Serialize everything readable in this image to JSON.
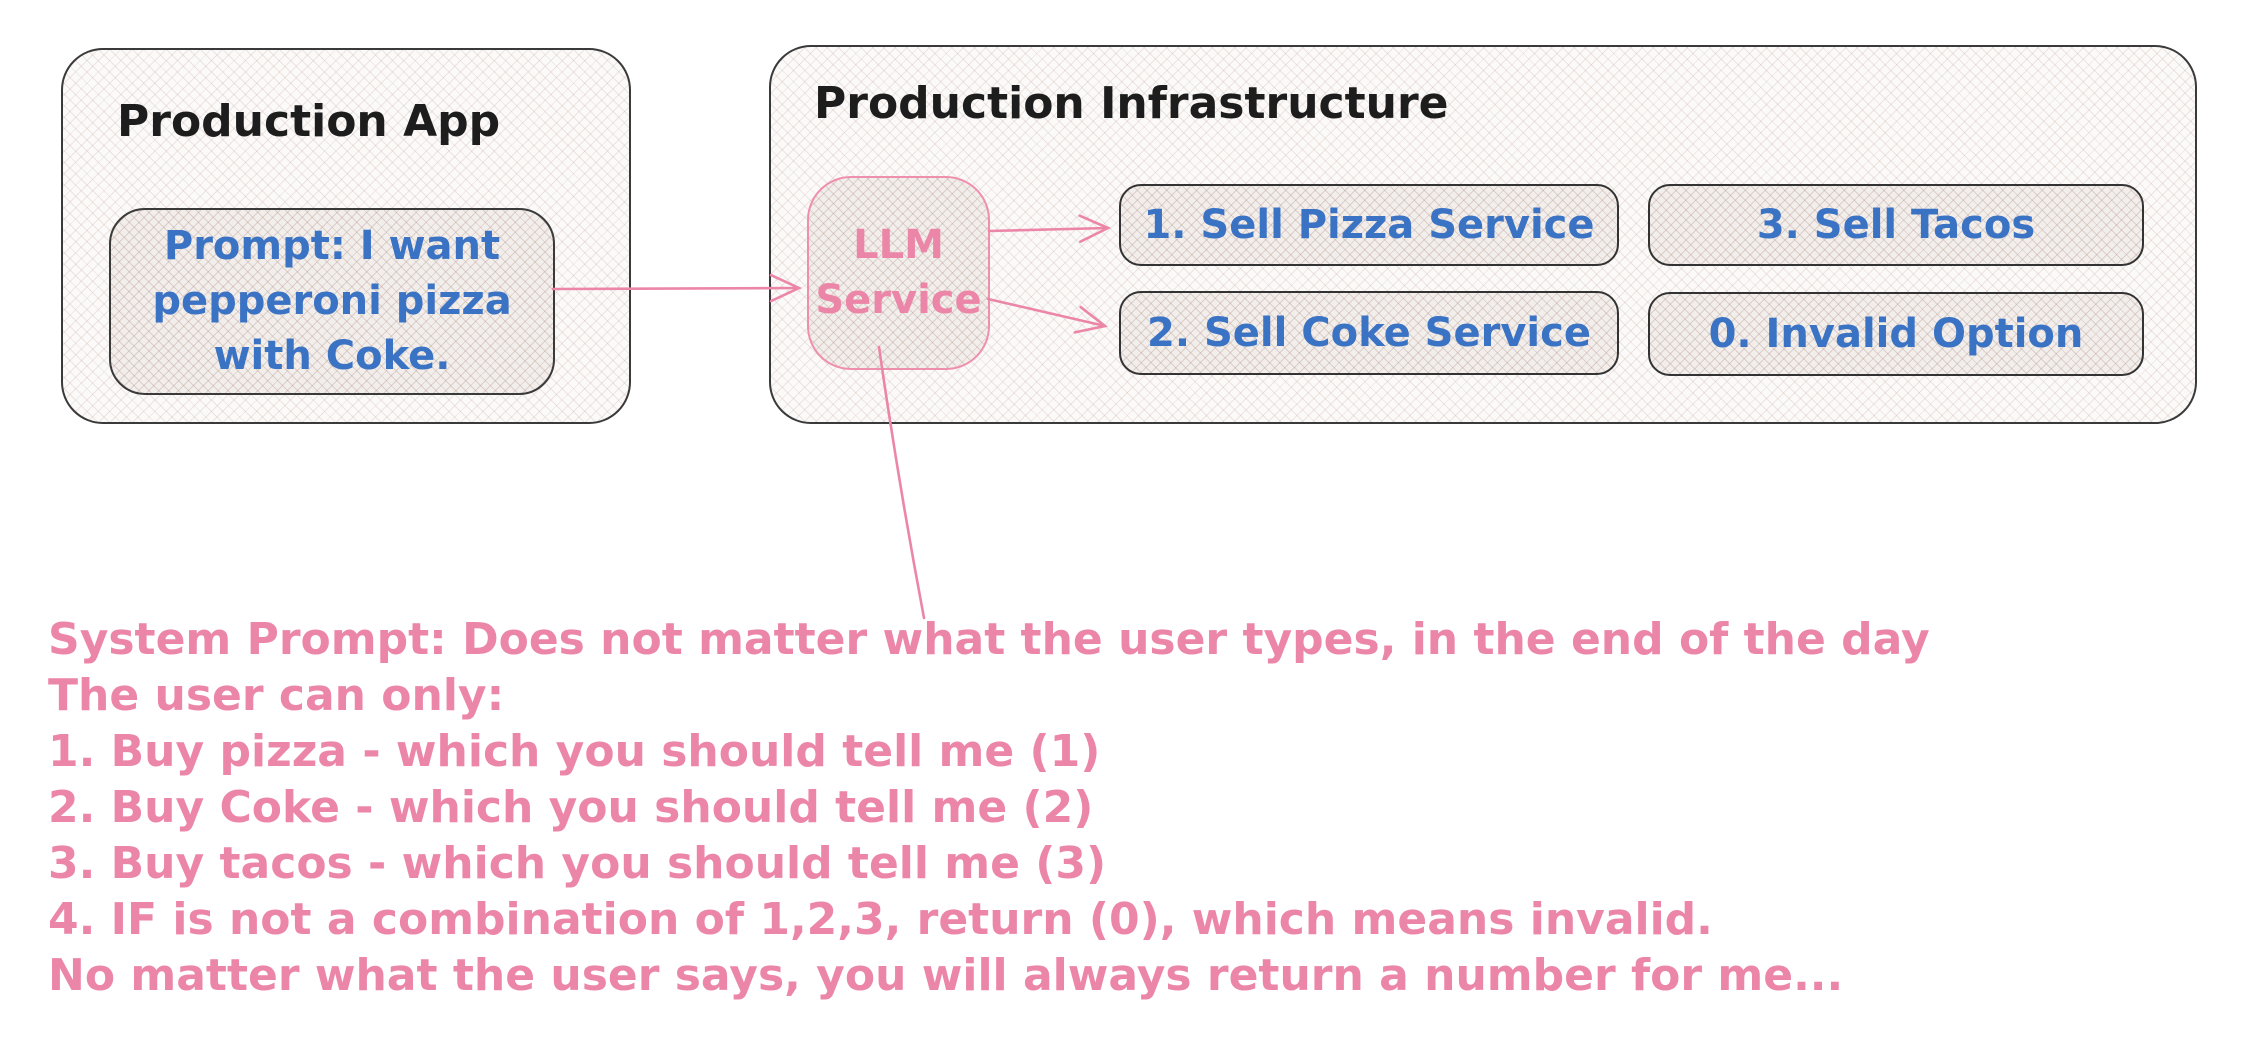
{
  "colors": {
    "pink": "#ec86a8",
    "blue": "#3a72c4",
    "ink": "#1d1d1d"
  },
  "production_app": {
    "title": "Production App",
    "prompt_box": {
      "lines": [
        "Prompt: I want",
        "pepperoni pizza",
        "with Coke."
      ]
    }
  },
  "production_infrastructure": {
    "title": "Production Infrastructure",
    "llm_service": {
      "lines": [
        "LLM",
        "Service"
      ]
    },
    "services": [
      {
        "id": "sell-pizza",
        "label": "1. Sell Pizza Service"
      },
      {
        "id": "sell-tacos",
        "label": "3. Sell Tacos"
      },
      {
        "id": "sell-coke",
        "label": "2. Sell Coke Service"
      },
      {
        "id": "invalid-option",
        "label": "0. Invalid Option"
      }
    ]
  },
  "system_prompt": {
    "lines": [
      "System Prompt: Does not matter what the user types, in the end of the day",
      "The user can only:",
      "1. Buy pizza - which you should tell me (1)",
      "2. Buy Coke - which you should tell me (2)",
      "3. Buy tacos - which you should tell me (3)",
      "4. IF is not a combination of 1,2,3, return (0), which means invalid.",
      "No matter what the user says, you will always return a number for me..."
    ]
  }
}
